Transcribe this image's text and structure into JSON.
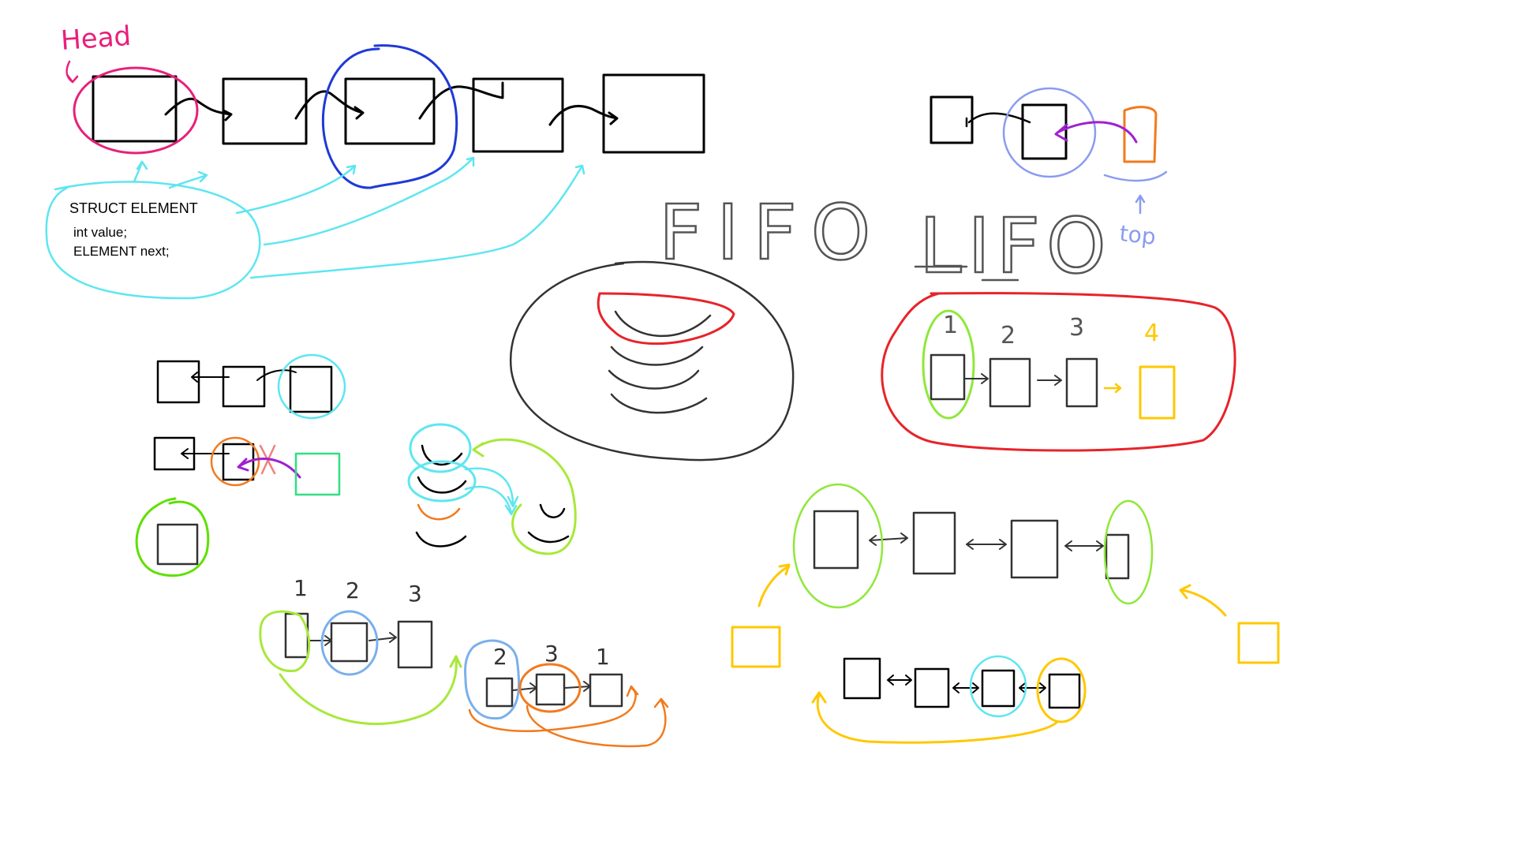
{
  "labels": {
    "head": "Head",
    "fifo": "FIFO",
    "lifo": "LIFO",
    "top": "top",
    "struct_title": "STRUCT ELEMENT",
    "struct_field_1": "int value;",
    "struct_field_2": "ELEMENT next;",
    "queue_num_1": "1",
    "queue_num_2": "2",
    "queue_num_3": "3",
    "queue_num_4": "4",
    "list_num_1": "1",
    "list_num_2": "2",
    "list_num_3": "3",
    "reorder_num_1": "2",
    "reorder_num_2": "3",
    "reorder_num_3": "1"
  },
  "colors": {
    "ink": "#000000",
    "head": "#e8207a",
    "cyan": "#5ee6f0",
    "blue": "#1f3ad6",
    "periwinkle": "#8a9cf0",
    "orange": "#f27a1e",
    "purple": "#a020d0",
    "red": "#e8232a",
    "lime": "#8fe83a",
    "yellow": "#ffc800",
    "green": "#2fe080",
    "lightblue": "#7ab0ec",
    "pink": "#f08080",
    "gray": "#555555"
  }
}
